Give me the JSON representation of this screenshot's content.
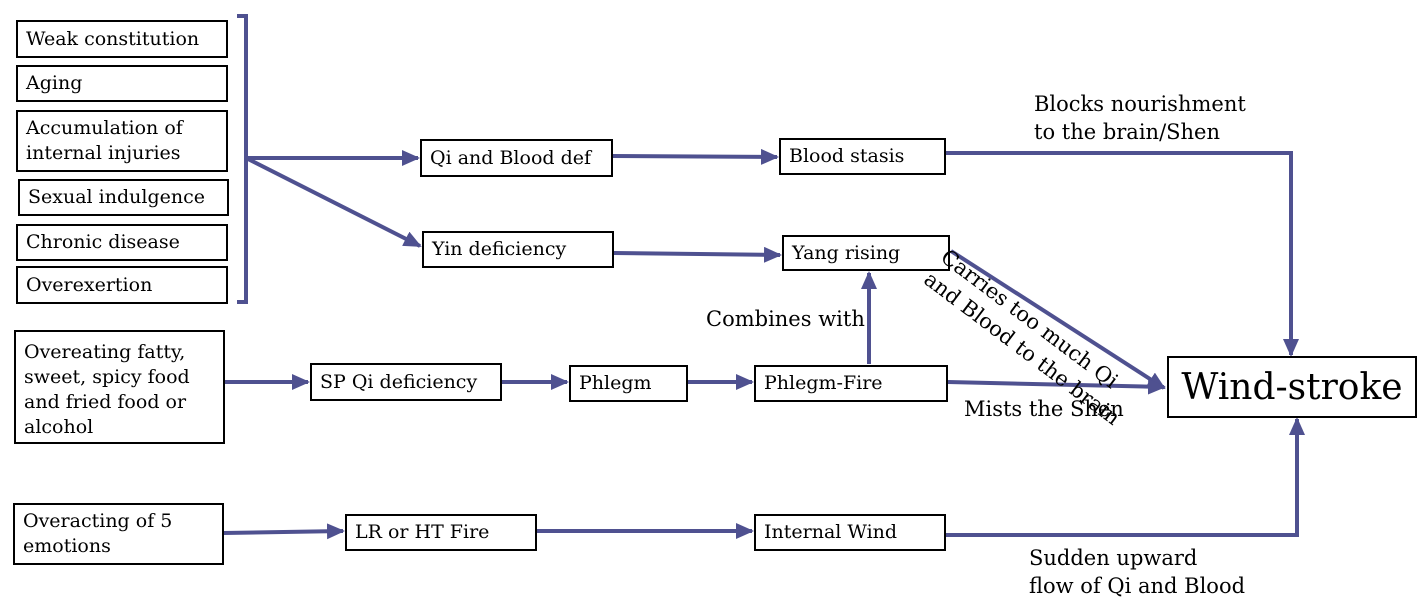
{
  "nodes": {
    "weak_constitution": "Weak constitution",
    "aging": "Aging",
    "accumulation": "Accumulation of\ninternal injuries",
    "sexual_indulgence": "Sexual indulgence",
    "chronic_disease": "Chronic disease",
    "overexertion": "Overexertion",
    "qi_blood_def": "Qi and Blood def",
    "yin_deficiency": "Yin deficiency",
    "blood_stasis": "Blood stasis",
    "yang_rising": "Yang rising",
    "overeating": "Overeating fatty,\nsweet, spicy food\nand fried food or\nalcohol",
    "sp_qi_def": "SP Qi deficiency",
    "phlegm": "Phlegm",
    "phlegm_fire": "Phlegm-Fire",
    "overacting": "Overacting of 5\nemotions",
    "lr_ht_fire": "LR or HT Fire",
    "internal_wind": "Internal Wind",
    "wind_stroke": "Wind-stroke"
  },
  "labels": {
    "blocks": "Blocks nourishment\nto the brain/Shen",
    "carries": "Carries too much Qi\nand Blood to the brain",
    "combines": "Combines with",
    "mists": "Mists the Shen",
    "sudden": "Sudden upward\nflow of Qi and Blood"
  },
  "colors": {
    "arrow": "#4f5190",
    "border": "#000000"
  }
}
